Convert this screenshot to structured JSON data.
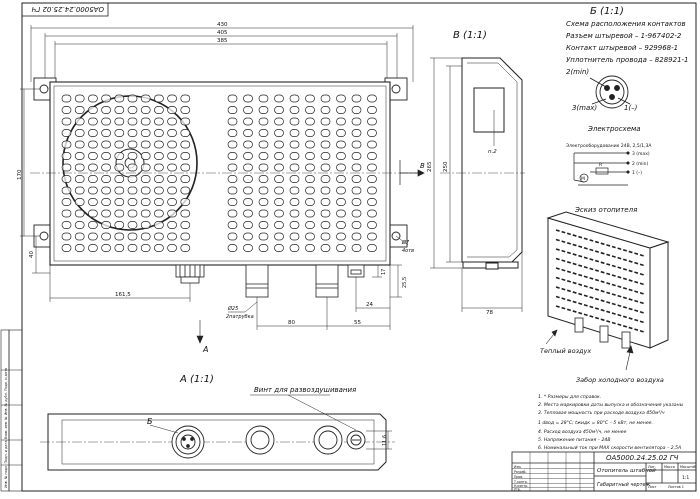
{
  "doc_code_top": "ОА5000.24.25.02 ГЧ",
  "view_v": "В (1:1)",
  "view_b": "Б (1:1)",
  "view_a": "А (1:1)",
  "view_a_arrow": "А",
  "view_v_arrow": "В",
  "pin_title": "Схема расположения контактов",
  "pin_lines": [
    "Разъем штыревой – 1-967402-2",
    "Контакт штыревой – 929968-1",
    "Уплотнитель провода – 828921-1"
  ],
  "pin_labels": {
    "p2": "2(min)",
    "p3": "3(max)",
    "p1": "1(–)"
  },
  "schema_title": "Электросхема",
  "schema_caption": "Электрооборудование 24В, 2,5/1,3А",
  "schema_labels": {
    "max": "3 (max)",
    "min": "2 (min)",
    "minus": "1 (–)",
    "r": "R",
    "m": "M"
  },
  "sketch_title": "Эскиз отопителя",
  "warm_air": "Теплый воздух",
  "cold_air": "Забор холодного воздуха",
  "dims": {
    "d430": "430",
    "d405": "405",
    "d385": "385",
    "d170": "170",
    "d40": "40",
    "d161": "161,5",
    "d25": "Ø25",
    "d2pat": "2патрубка",
    "d80": "80",
    "d55": "55",
    "d24": "24",
    "d17": "17",
    "d25b": "25,5",
    "d265": "265",
    "d250": "250",
    "d78": "78",
    "d7": "Ø7",
    "d4": "4отв",
    "n2": "n.2",
    "d11": "11,6"
  },
  "label_b": "Б",
  "vent_screw": "Винт для развоздушивания",
  "notes": [
    "1. * Размеры для справок.",
    "2. Места маркировки даты выпуска и обозначения указаны",
    "3. Тепловая мощность при расходе воздуха 450м³/ч",
    "   1 dвод = 28°С; tжидк = 80°С – 5 кВт, не менее.",
    "4. Расход воздуха 450м³/ч, не менее",
    "5. Напряжение питания – 24В",
    "6. Номинальный ток при MAX скорости вентилятора – 2,5А"
  ],
  "title_block": {
    "code": "ОА5000.24.25.02 ГЧ",
    "name": "Отопитель штабной",
    "subtitle": "Габаритный чертеж",
    "lit": "Лит.",
    "mass": "Масса",
    "scale": "Масштаб",
    "scale_val": "1:1",
    "sheet": "Лист",
    "sheets": "Листов 1",
    "rows": [
      "Изм.",
      "Разраб.",
      "Пров.",
      "Т.контр.",
      "Н.контр.",
      "Утв."
    ]
  },
  "side_strip": "Инв. № подл.   Подп. и дата   Взам. инв. №   Инв. № дубл.   Подп. и дата"
}
